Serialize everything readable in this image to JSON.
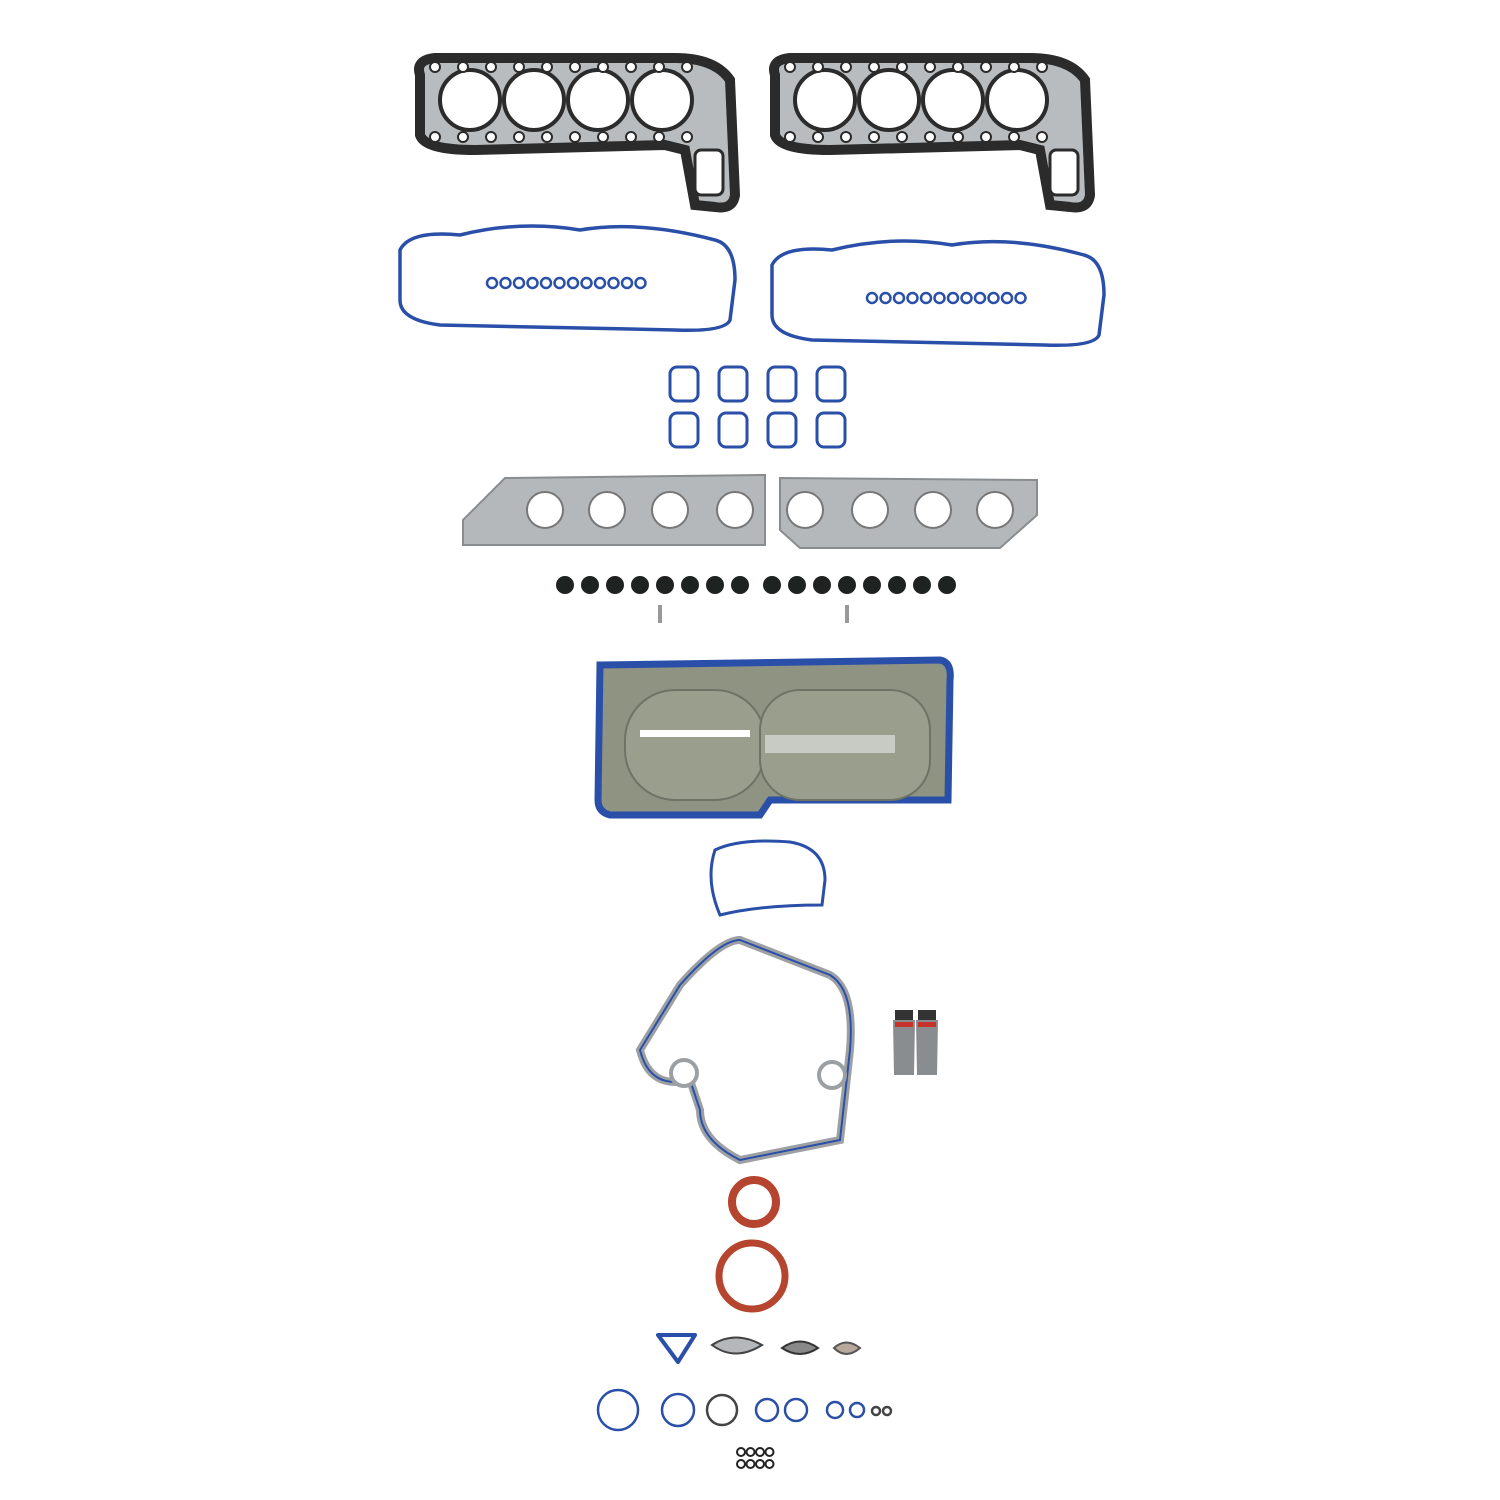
{
  "colors": {
    "background": "#ffffff",
    "head_gasket": "#2b2b2b",
    "head_gasket_metal": "#b9bcbf",
    "blue_seal": "#2a4fa8",
    "steel": "#b5b8bb",
    "oil_pan_metal": "#8f9382",
    "red_seal": "#b5452f",
    "valve_seal": "#1e2220",
    "tube": "#8a8d90",
    "tube_cap": "#333333",
    "tube_label": "#c8322c"
  },
  "parts": {
    "cylinder_head_gaskets": 2,
    "valve_cover_gaskets": 2,
    "spark_plug_tube_seals_per_cover": 12,
    "intake_port_gaskets": 8,
    "exhaust_manifold_gaskets": 2,
    "valve_stem_seals": 16,
    "oil_pan_gasket": 1,
    "timing_cover_gasket": 1,
    "sealant_tubes": 2,
    "crankshaft_seals": 2
  }
}
